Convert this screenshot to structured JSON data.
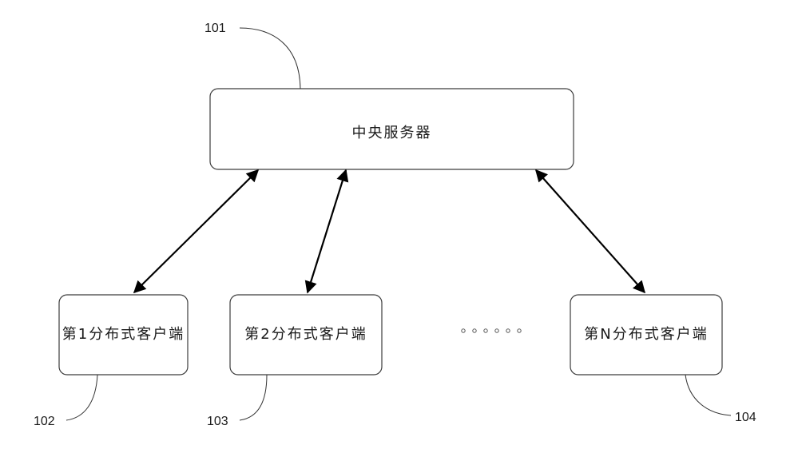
{
  "diagram": {
    "server": {
      "label": "中央服务器",
      "ref": "101"
    },
    "clients": [
      {
        "label": "第1分布式客户端",
        "ref": "102"
      },
      {
        "label": "第2分布式客户端",
        "ref": "103"
      },
      {
        "label": "第N分布式客户端",
        "ref": "104"
      }
    ],
    "ellipsis": "。。。。。。",
    "colors": {
      "stroke": "#3c3c3c",
      "arrow": "#000000",
      "background": "#ffffff"
    }
  }
}
